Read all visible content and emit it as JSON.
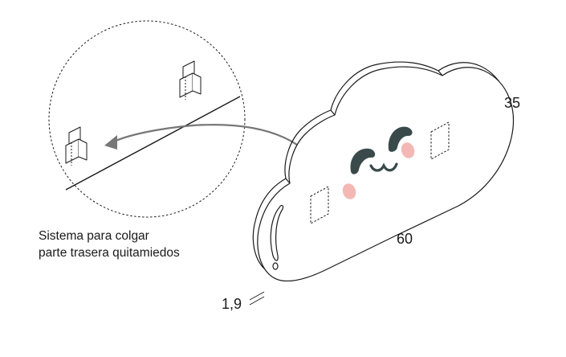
{
  "dimensions": {
    "height": "35",
    "width": "60",
    "thickness": "1,9"
  },
  "caption": {
    "line1": "Sistema para colgar",
    "line2": "parte trasera quitamiedos"
  },
  "colors": {
    "outline": "#1a1a1a",
    "eyes": "#3a4a4a",
    "cheeks": "#f4b8b4",
    "arrow": "#777777"
  },
  "icons": {
    "mount": "wall-hanger-bracket-icon",
    "arrow": "curved-arrow-icon"
  }
}
